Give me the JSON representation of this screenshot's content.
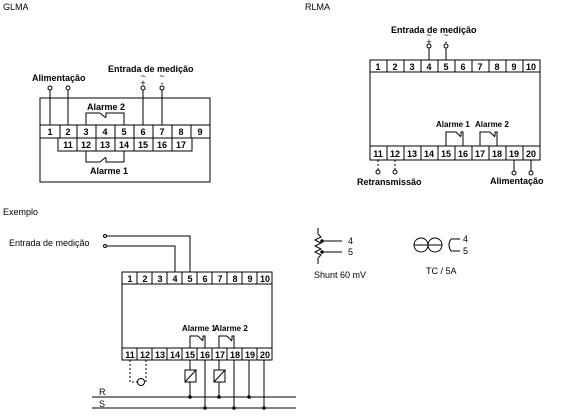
{
  "sections": {
    "glma": "GLMA",
    "rlma": "RLMA",
    "exemplo": "Exemplo"
  },
  "glma": {
    "alimentacao": "Alimentação",
    "entrada": "Entrada de medição",
    "alarme2": "Alarme 2",
    "alarme1": "Alarme 1",
    "top_terminals": [
      "1",
      "2",
      "3",
      "4",
      "5",
      "6",
      "7",
      "8",
      "9"
    ],
    "bottom_terminals": [
      "11",
      "12",
      "13",
      "14",
      "15",
      "16",
      "17"
    ],
    "symbols": [
      "~",
      "+",
      "~",
      "-"
    ]
  },
  "rlma": {
    "entrada": "Entrada de medição",
    "top_terminals": [
      "1",
      "2",
      "3",
      "4",
      "5",
      "6",
      "7",
      "8",
      "9",
      "10"
    ],
    "bottom_terminals": [
      "11",
      "12",
      "13",
      "14",
      "15",
      "16",
      "17",
      "18",
      "19",
      "20"
    ],
    "alarme1": "Alarme 1",
    "alarme2": "Alarme 2",
    "retransmissao": "Retransmissão",
    "alimentacao": "Alimentação",
    "symbols": [
      "~",
      "+",
      "~",
      "-"
    ]
  },
  "exemplo": {
    "entrada": "Entrada de medição",
    "top_terminals": [
      "1",
      "2",
      "3",
      "4",
      "5",
      "6",
      "7",
      "8",
      "9",
      "10"
    ],
    "bottom_terminals": [
      "11",
      "12",
      "13",
      "14",
      "15",
      "16",
      "17",
      "18",
      "19",
      "20"
    ],
    "alarme1": "Alarme 1",
    "alarme2": "Alarme 2",
    "r": "R",
    "s": "S"
  },
  "shunt": {
    "pin4": "4",
    "pin5": "5",
    "label": "Shunt 60 mV"
  },
  "tc": {
    "pin4": "4",
    "pin5": "5",
    "label": "TC / 5A"
  }
}
